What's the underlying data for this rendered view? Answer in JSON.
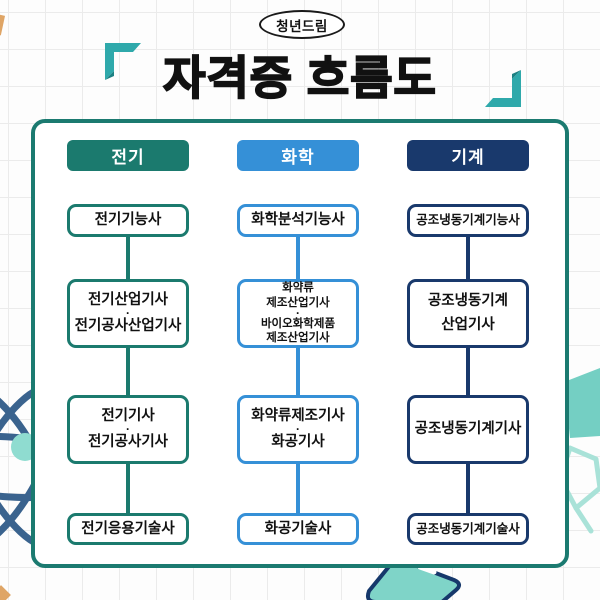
{
  "badge": {
    "label": "청년드림"
  },
  "title": "자격증 흐름도",
  "colors": {
    "panel_border": "#1b7a70",
    "electric": "#1b7a6e",
    "chemical": "#3590d7",
    "machine": "#19396c",
    "bracket": "#2fa9ab",
    "mint_fill": "#7fd4c8",
    "mint_outline": "#a9e2d8",
    "atom_ring": "#3a638e",
    "accent_orange": "#dfa566"
  },
  "columns": [
    {
      "id": "electric",
      "header": "전기",
      "nodes": [
        {
          "lines": [
            "전기기능사"
          ]
        },
        {
          "lines": [
            "전기산업기사",
            "·",
            "전기공사산업기사"
          ]
        },
        {
          "lines": [
            "전기기사",
            "·",
            "전기공사기사"
          ]
        },
        {
          "lines": [
            "전기응용기술사"
          ]
        }
      ]
    },
    {
      "id": "chemical",
      "header": "화학",
      "nodes": [
        {
          "lines": [
            "화학분석기능사"
          ]
        },
        {
          "lines": [
            "화약류",
            "제조산업기사",
            "·",
            "바이오화학제품",
            "제조산업기사"
          ]
        },
        {
          "lines": [
            "화약류제조기사",
            "·",
            "화공기사"
          ]
        },
        {
          "lines": [
            "화공기술사"
          ]
        }
      ]
    },
    {
      "id": "machine",
      "header": "기계",
      "nodes": [
        {
          "lines": [
            "공조냉동기계기능사"
          ]
        },
        {
          "lines": [
            "공조냉동기계",
            "산업기사"
          ]
        },
        {
          "lines": [
            "공조냉동기계기사"
          ]
        },
        {
          "lines": [
            "공조냉동기계기술사"
          ]
        }
      ]
    }
  ]
}
